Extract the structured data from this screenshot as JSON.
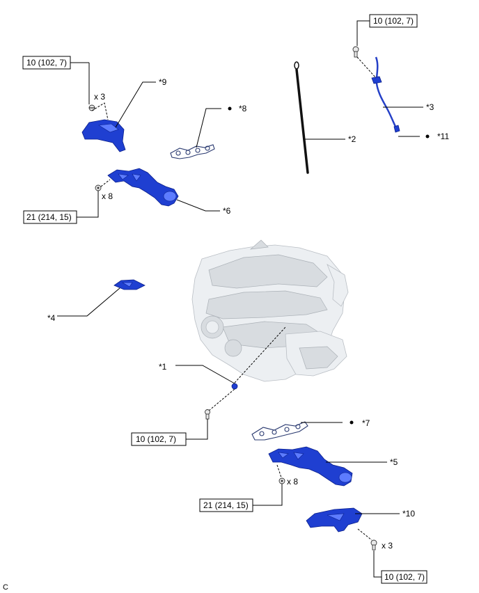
{
  "parts": {
    "p1": "*1",
    "p2": "*2",
    "p3": "*3",
    "p4": "*4",
    "p5": "*5",
    "p6": "*6",
    "p7": "*7",
    "p8": "*8",
    "p9": "*9",
    "p10": "*10",
    "p11": "*11"
  },
  "torque": {
    "t_upper_left": "10 (102, 7)",
    "t_upper_right": "10 (102, 7)",
    "t_mid_left": "21 (214, 15)",
    "t_center": "10 (102, 7)",
    "t_lower_mid": "21 (214, 15)",
    "t_lower_right": "10 (102, 7)"
  },
  "quantities": {
    "q_heat_insulator_upper": "x 3",
    "q_manifold_upper": "x 8",
    "q_manifold_lower": "x 8",
    "q_heat_insulator_lower": "x 3"
  },
  "footer_code": "C",
  "colors": {
    "part_blue": "#1f3fd1",
    "engine_gray": "#eceff2"
  },
  "icons": [
    "bolt-icon",
    "nut-icon",
    "non-reusable-part-dot-icon"
  ]
}
